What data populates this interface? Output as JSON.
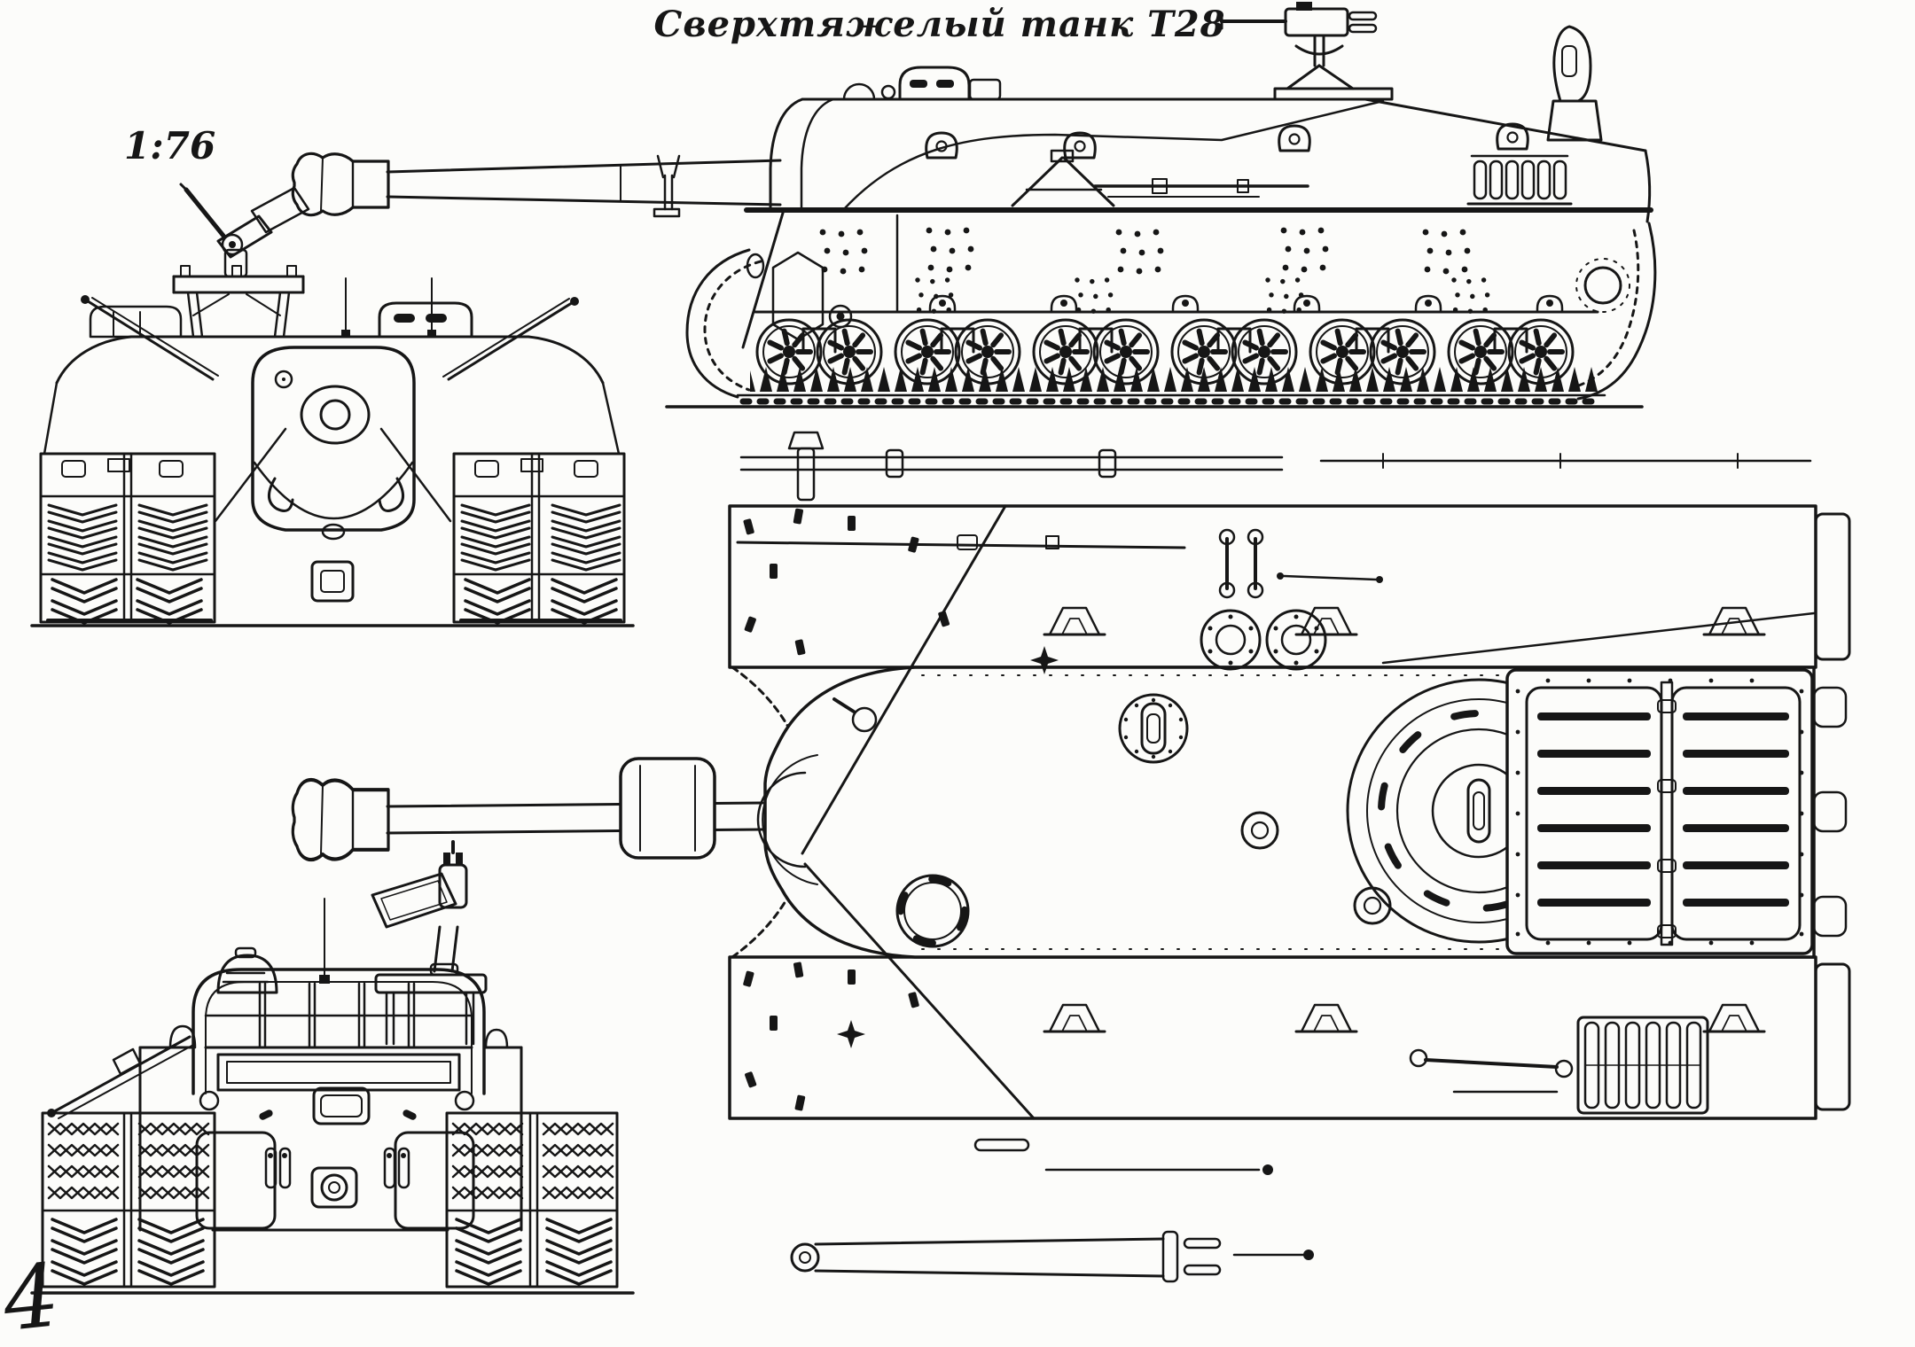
{
  "page": {
    "title": "Сверхтяжелый танк Т28",
    "scale_label": "1:76",
    "page_number": "4",
    "paper_color": "#fcfcfa",
    "ink_color": "#161616"
  },
  "drawing": {
    "subject": "T28 super-heavy tank four-view blueprint",
    "views": [
      {
        "id": "front-view",
        "label": "front elevation"
      },
      {
        "id": "side-view",
        "label": "left side elevation"
      },
      {
        "id": "rear-view",
        "label": "rear elevation"
      },
      {
        "id": "top-view",
        "label": "plan view from above"
      }
    ]
  }
}
